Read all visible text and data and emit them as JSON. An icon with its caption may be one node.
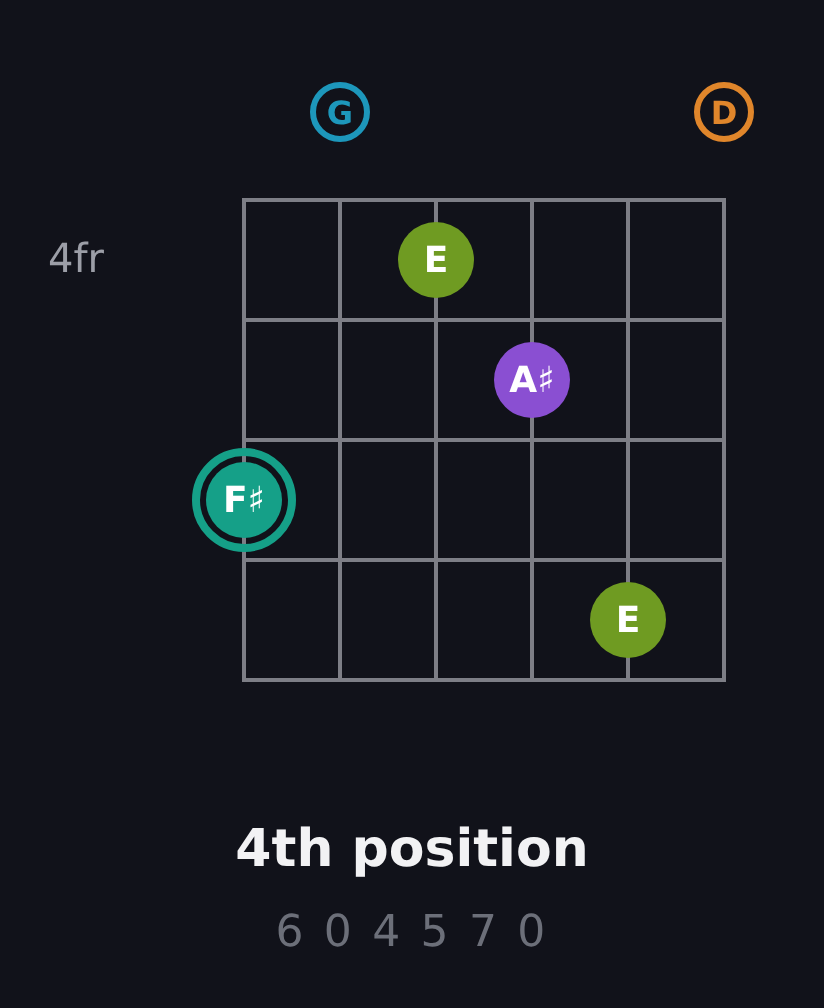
{
  "diagram": {
    "title": "4th position",
    "nodes": [
      {
        "text": [
          "G"
        ]
      },
      {
        "text": [
          "D"
        ]
      },
      {
        "text": [
          "E"
        ]
      },
      {
        "text": [
          "A♯"
        ]
      },
      {
        "text": [
          "F♯"
        ]
      },
      {
        "text": [
          "E"
        ]
      }
    ],
    "labels": [
      "4fr",
      "6 0 4 5 7 0"
    ]
  }
}
